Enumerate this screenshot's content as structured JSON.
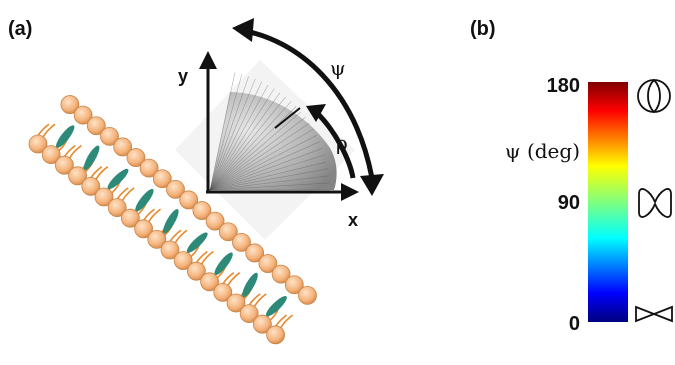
{
  "panel_a": {
    "label": "(a)",
    "y_label": "y",
    "x_label": "x",
    "psi_symbol": "ψ",
    "rho_symbol": "ρ"
  },
  "panel_b": {
    "label": "(b)",
    "axis_label": "ψ (deg)",
    "tick_top": "180",
    "tick_mid": "90",
    "tick_bottom": "0",
    "colormap": "jet",
    "icons": [
      "circle-split-icon",
      "hourglass-icon",
      "bowtie-icon"
    ]
  },
  "colors": {
    "lipid_head": "#f5b27a",
    "lipid_tail": "#e8892a",
    "probe": "#2e8a78",
    "arrow": "#111111"
  }
}
